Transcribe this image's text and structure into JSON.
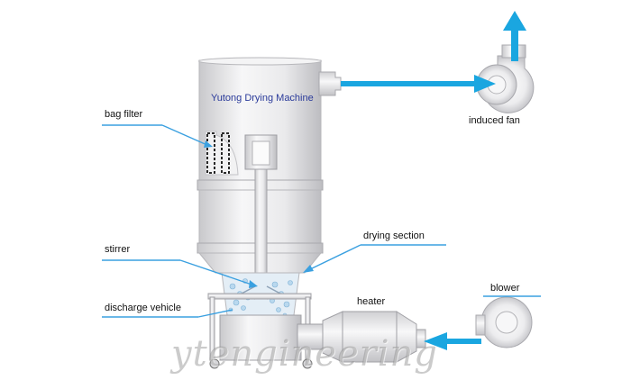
{
  "diagram": {
    "machine_title": "Yutong Drying Machine",
    "labels": {
      "bag_filter": "bag filter",
      "induced_fan": "induced fan",
      "stirrer": "stirrer",
      "drying_section": "drying section",
      "discharge_vehicle": "discharge vehicle",
      "heater": "heater",
      "blower": "blower"
    },
    "watermark": "ytengineering",
    "colors": {
      "flow_arrow": "#1aa6e0",
      "leader_line": "#3aa0e0",
      "machine_title": "#2a3a9a",
      "metal": "#e8e8ea"
    }
  }
}
